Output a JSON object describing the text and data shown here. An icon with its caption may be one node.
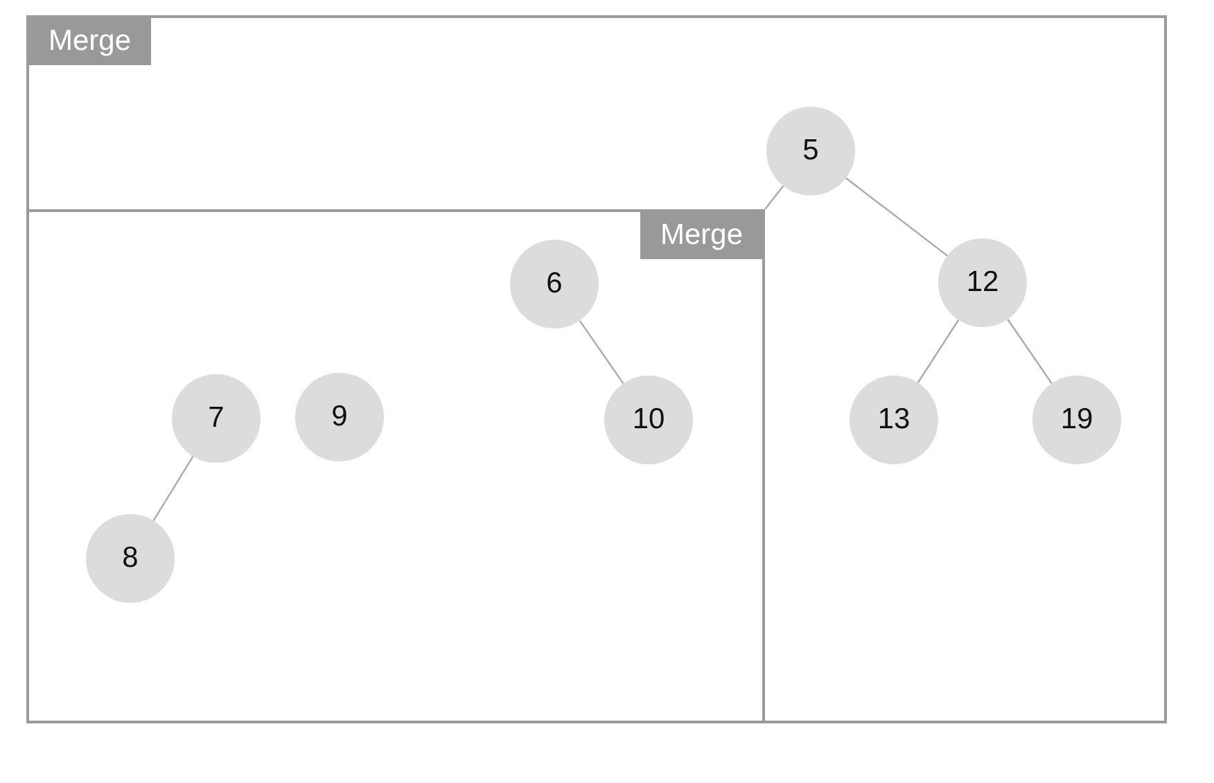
{
  "diagram": {
    "nodes": [
      {
        "text": [
          "Merge"
        ]
      },
      {
        "text": [
          "5"
        ],
        "in": 0
      },
      {
        "text": [
          "Merge"
        ],
        "in": 0
      },
      {
        "text": [
          "6"
        ],
        "in": 2
      },
      {
        "text": [
          "10"
        ],
        "in": 2
      },
      {
        "text": [
          "7"
        ],
        "in": 2
      },
      {
        "text": [
          "9"
        ],
        "in": 2
      },
      {
        "text": [
          "8"
        ],
        "in": 2
      },
      {
        "text": [
          "12"
        ],
        "in": 0
      },
      {
        "text": [
          "13"
        ],
        "in": 0
      },
      {
        "text": [
          "19"
        ],
        "in": 0
      }
    ],
    "edges": [
      {
        "from": 1,
        "to": 2,
        "arrow": "none"
      },
      {
        "from": 1,
        "to": 8,
        "arrow": "none"
      },
      {
        "from": 3,
        "to": 4,
        "arrow": "none"
      },
      {
        "from": 5,
        "to": 7,
        "arrow": "none"
      },
      {
        "from": 8,
        "to": 9,
        "arrow": "none"
      },
      {
        "from": 8,
        "to": 10,
        "arrow": "none"
      }
    ]
  }
}
